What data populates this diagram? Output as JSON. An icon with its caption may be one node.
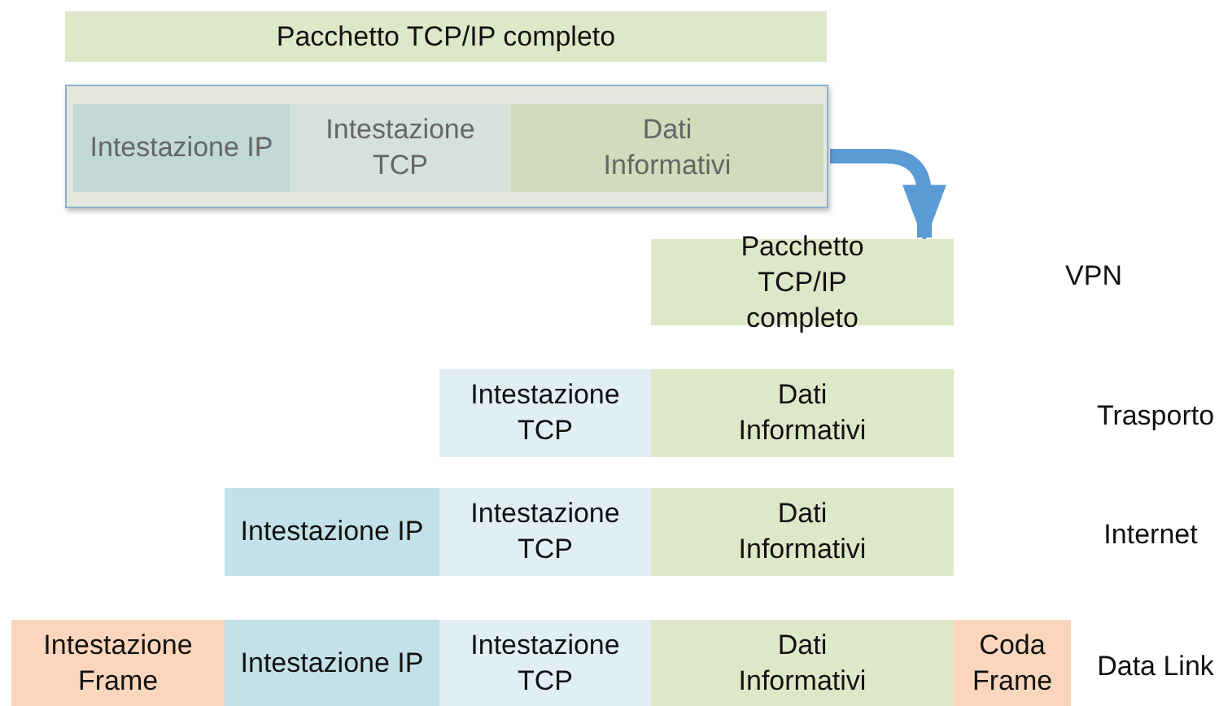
{
  "diagram": {
    "nodes": [
      {
        "text": [
          "Pacchetto TCP/IP completo"
        ]
      },
      {
        "text": [],
        "shape": "box"
      },
      {
        "text": [
          "Intestazione IP"
        ],
        "in": 1
      },
      {
        "text": [
          "Intestazione TCP"
        ],
        "in": 1
      },
      {
        "text": [
          "Dati Informativi"
        ],
        "in": 1
      },
      {
        "text": [
          "Pacchetto TCP/IP completo"
        ]
      },
      {
        "text": [
          "Intestazione TCP"
        ]
      },
      {
        "text": [
          "Dati Informativi"
        ]
      },
      {
        "text": [
          "Intestazione IP"
        ]
      },
      {
        "text": [
          "Intestazione TCP"
        ]
      },
      {
        "text": [
          "Dati Informativi"
        ]
      },
      {
        "text": [
          "Intestazione Frame"
        ]
      },
      {
        "text": [
          "Intestazione IP"
        ]
      },
      {
        "text": [
          "Intestazione TCP"
        ]
      },
      {
        "text": [
          "Dati Informativi"
        ]
      },
      {
        "text": [
          "Coda Frame"
        ]
      }
    ],
    "edges": [
      {
        "from": 1,
        "to": 5,
        "arrow": "to"
      }
    ],
    "labels": [
      "VPN",
      "Trasporto",
      "Internet",
      "Data Link"
    ]
  }
}
